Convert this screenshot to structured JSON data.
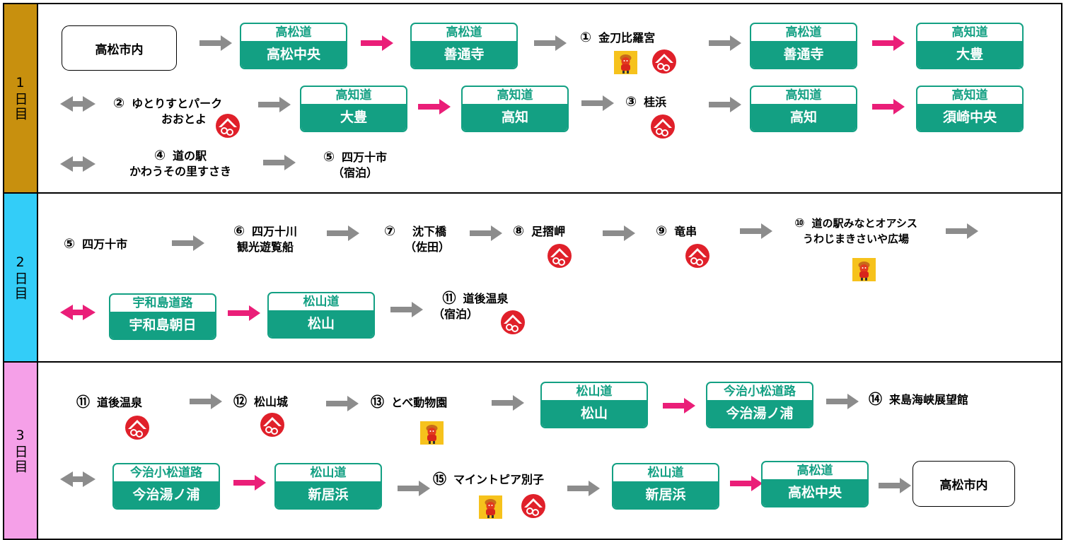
{
  "colors": {
    "green": "#13a083",
    "gray_arrow": "#8c8c8c",
    "pink_arrow": "#ea1e78",
    "day1": "#c8900e",
    "day2": "#33cdf8",
    "day3": "#f5a0e8"
  },
  "days": [
    "1日目",
    "2日目",
    "3日目"
  ],
  "icons": {
    "mascot": "mascot-character-icon",
    "brand": "red-circle-brand-logo-icon"
  },
  "d1": {
    "start": "高松市内",
    "h1": {
      "road": "高松道",
      "ic": "高松中央"
    },
    "h2": {
      "road": "高松道",
      "ic": "善通寺"
    },
    "s1": {
      "num": "①",
      "name": "金刀比羅宮"
    },
    "h3": {
      "road": "高松道",
      "ic": "善通寺"
    },
    "h4": {
      "road": "高知道",
      "ic": "大豊"
    },
    "s2": {
      "num": "②",
      "name1": "ゆとりすとパーク",
      "name2": "おおとよ"
    },
    "h5": {
      "road": "高知道",
      "ic": "大豊"
    },
    "h6": {
      "road": "高知道",
      "ic": "高知"
    },
    "s3": {
      "num": "③",
      "name": "桂浜"
    },
    "h7": {
      "road": "高知道",
      "ic": "高知"
    },
    "h8": {
      "road": "高知道",
      "ic": "須崎中央"
    },
    "s4": {
      "num": "④",
      "name1": "道の駅",
      "name2": "かわうその里すさき"
    },
    "s5": {
      "num": "⑤",
      "name": "四万十市",
      "note": "（宿泊）"
    }
  },
  "d2": {
    "s5": {
      "num": "⑤",
      "name": "四万十市"
    },
    "s6": {
      "num": "⑥",
      "name1": "四万十川",
      "name2": "観光遊覧船"
    },
    "s7": {
      "num": "⑦",
      "name1": "沈下橋",
      "name2": "（佐田）"
    },
    "s8": {
      "num": "⑧",
      "name": "足摺岬"
    },
    "s9": {
      "num": "⑨",
      "name": "竜串"
    },
    "s10": {
      "num": "⑩",
      "name1": "道の駅みなとオアシス",
      "name2": "うわじまきさいや広場"
    },
    "h1": {
      "road": "宇和島道路",
      "ic": "宇和島朝日"
    },
    "h2": {
      "road": "松山道",
      "ic": "松山"
    },
    "s11": {
      "num": "⑪",
      "name": "道後温泉",
      "note": "（宿泊）"
    }
  },
  "d3": {
    "s11": {
      "num": "⑪",
      "name": "道後温泉"
    },
    "s12": {
      "num": "⑫",
      "name": "松山城"
    },
    "s13": {
      "num": "⑬",
      "name": "とべ動物園"
    },
    "h1": {
      "road": "松山道",
      "ic": "松山"
    },
    "h2": {
      "road": "今治小松道路",
      "ic": "今治湯ノ浦"
    },
    "s14": {
      "num": "⑭",
      "name": "来島海峡展望館"
    },
    "h3": {
      "road": "今治小松道路",
      "ic": "今治湯ノ浦"
    },
    "h4": {
      "road": "松山道",
      "ic": "新居浜"
    },
    "s15": {
      "num": "⑮",
      "name": "マイントピア別子"
    },
    "h5": {
      "road": "松山道",
      "ic": "新居浜"
    },
    "h6": {
      "road": "高松道",
      "ic": "高松中央"
    },
    "end": "高松市内"
  }
}
